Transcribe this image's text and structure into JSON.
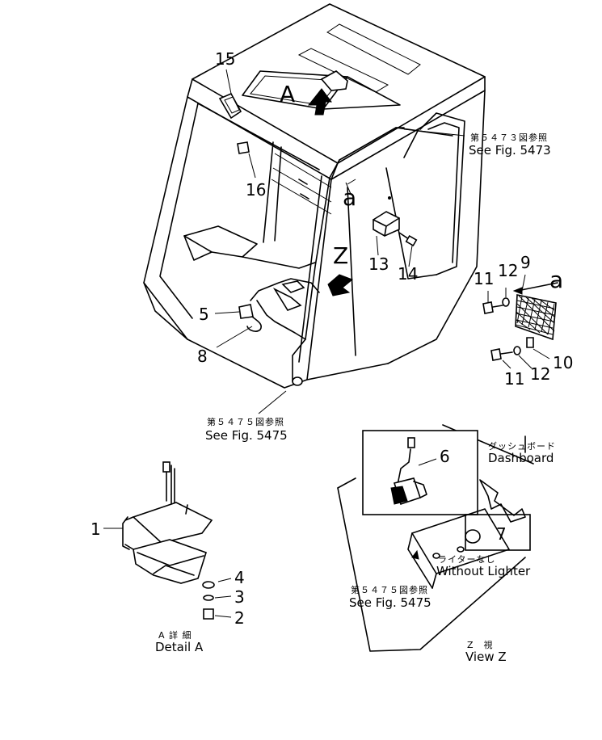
{
  "callouts": {
    "n1": "1",
    "n2": "2",
    "n3": "3",
    "n4": "4",
    "n5": "5",
    "n6": "6",
    "n7": "7",
    "n8": "8",
    "n9": "9",
    "n10": "10",
    "n11a": "11",
    "n11b": "11",
    "n12a": "12",
    "n12b": "12",
    "n13": "13",
    "n14": "14",
    "n15": "15",
    "n16": "16",
    "a_arrow": "a",
    "a_cab": "a"
  },
  "views": {
    "A": "A",
    "Z": "Z",
    "detail_a_jp": "A 詳 細",
    "detail_a_en": "Detail A",
    "view_z_jp": "Z　視",
    "view_z_en": "View Z"
  },
  "references": {
    "fig5473_jp": "第５４７３図参照",
    "fig5473_en": "See Fig. 5473",
    "fig5475_cab_jp": "第５４７５図参照",
    "fig5475_cab_en": "See Fig. 5475",
    "fig5475_z_jp": "第５４７５図参照",
    "fig5475_z_en": "See Fig. 5475"
  },
  "labels": {
    "dashboard_jp": "ダッシュボード",
    "dashboard_en": "Dashboard",
    "no_lighter_jp": "ライターなし",
    "no_lighter_en": "Without Lighter"
  }
}
